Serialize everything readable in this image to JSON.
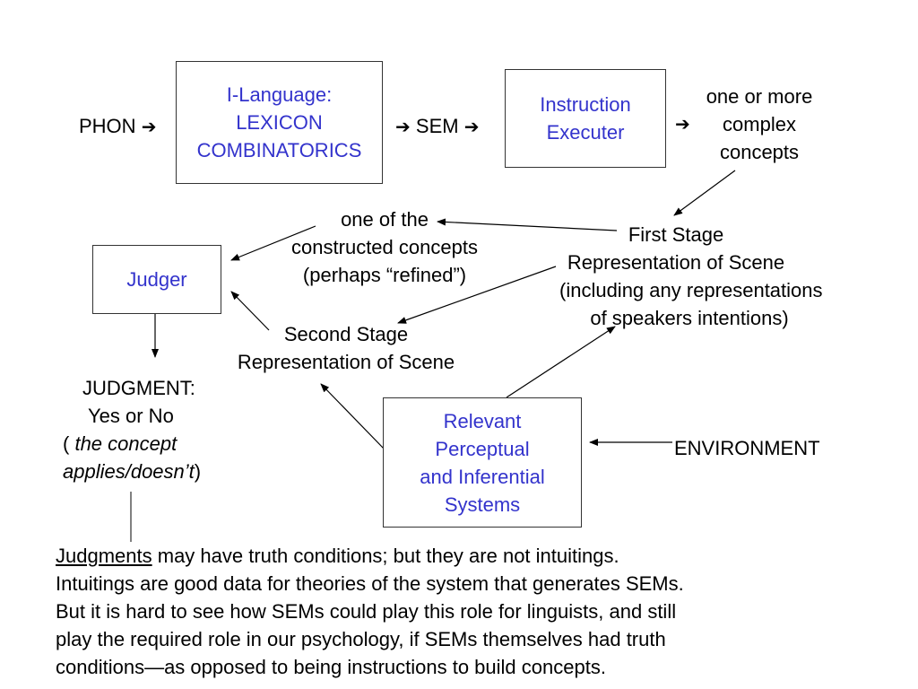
{
  "input": {
    "phon": "PHON",
    "arrow": "➔"
  },
  "ilanguage": {
    "line1": "I-Language:",
    "line2": "LEXICON",
    "line3": "COMBINATORICS"
  },
  "sem": {
    "label": "SEM"
  },
  "executer": {
    "line1": "Instruction",
    "line2": "Executer"
  },
  "concepts": {
    "line1": "one or more",
    "line2": "complex",
    "line3": "concepts"
  },
  "constructed": {
    "line1": "one of the",
    "line2": "constructed concepts",
    "line3": "(perhaps “refined”)"
  },
  "first_stage": {
    "line1": "First Stage",
    "line2": "Representation of Scene",
    "line3": "(including any representations",
    "line4": "of speakers intentions)"
  },
  "judger": {
    "label": "Judger"
  },
  "second_stage": {
    "line1": "Second Stage",
    "line2": "Representation of Scene"
  },
  "judgment": {
    "line1": "JUDGMENT:",
    "line2": "Yes or No",
    "line3_open": "( ",
    "line3_italic": "the concept",
    "line4_italic": "applies/doesn’t",
    "line4_close": ")"
  },
  "perceptual": {
    "line1": "Relevant",
    "line2": "Perceptual",
    "line3": "and Inferential",
    "line4": "Systems"
  },
  "environment": {
    "label": "ENVIRONMENT"
  },
  "note": {
    "word": "Judgments",
    "line1_rest": " may have truth conditions; but they are not intuitings.",
    "line2": "Intuitings are good data for theories of the system that generates SEMs.",
    "line3": "But it is hard to see how SEMs could play this role for linguists, and still",
    "line4": "play the required role in our psychology, if SEMs themselves had truth",
    "line5": "conditions—as opposed to being instructions to build concepts."
  },
  "colors": {
    "box_text": "#3333cc",
    "text": "#000000",
    "line": "#000000"
  }
}
